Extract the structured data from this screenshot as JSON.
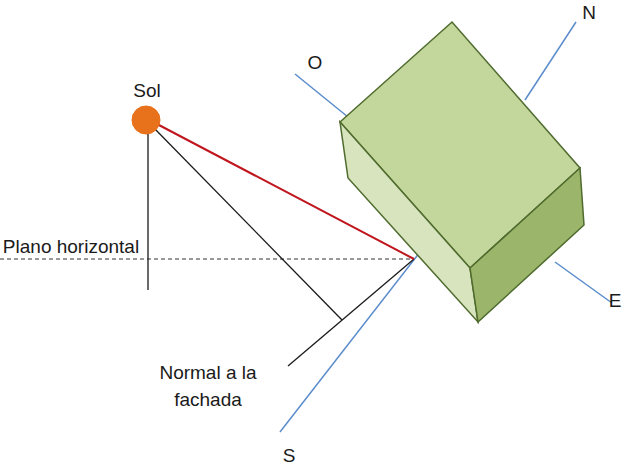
{
  "diagram": {
    "labels": [
      "N",
      "O",
      "Sol",
      "Plano horizontal",
      "Normal a la fachada",
      "S",
      "E"
    ]
  }
}
